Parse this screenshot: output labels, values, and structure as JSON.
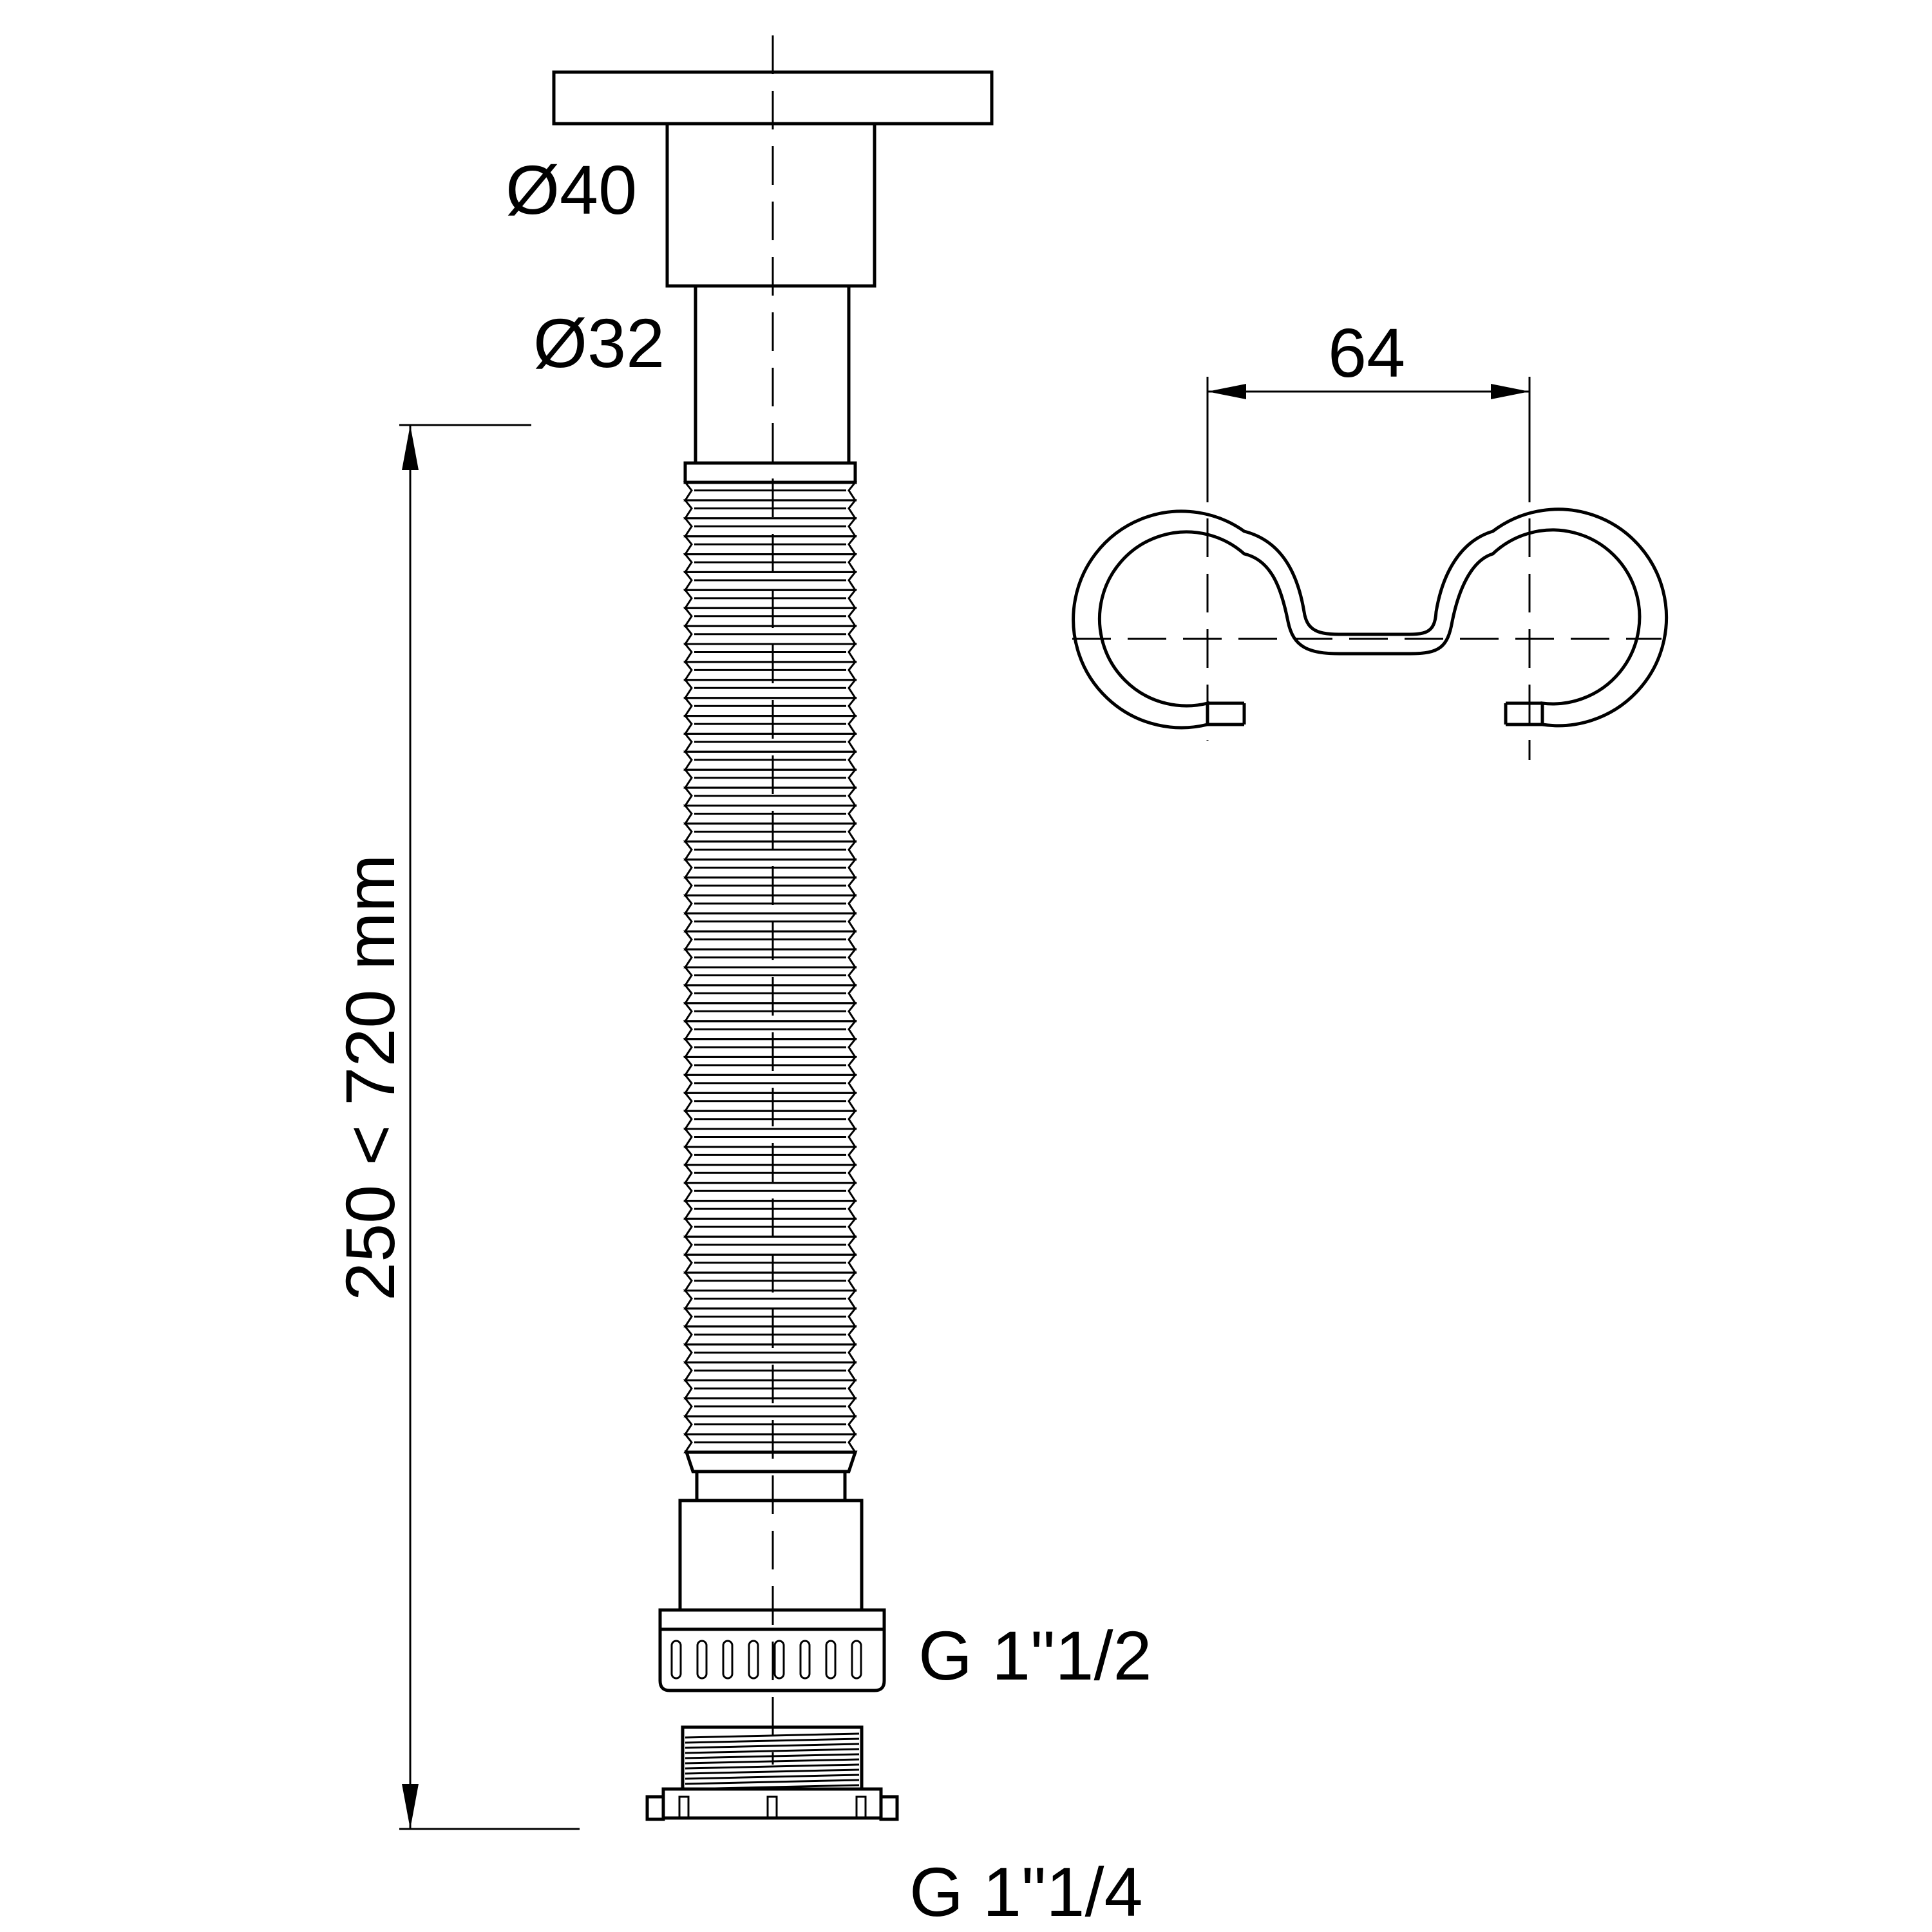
{
  "labels": {
    "dia_top": "Ø40",
    "dia_pipe": "Ø32",
    "spacing": "64",
    "length": "250 < 720 mm",
    "thread_nut": "G 1\"1/2",
    "thread_bottom": "G 1\"1/4"
  },
  "hose": {
    "rib_count": 54
  },
  "colors": {
    "line": "#000000",
    "background": "#ffffff"
  }
}
